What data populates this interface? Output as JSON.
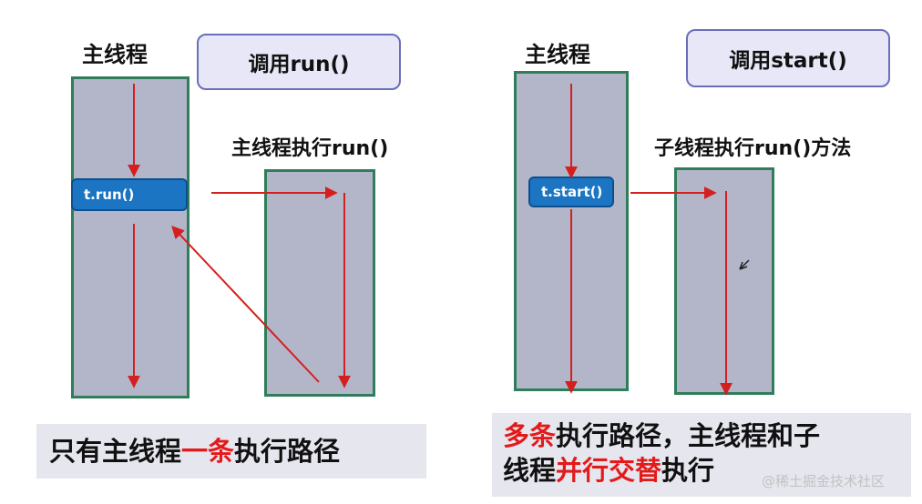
{
  "left": {
    "main_label": "主线程",
    "call_button": "调用run()",
    "exec_label": "主线程执行run()",
    "call_box": "t.run()",
    "summary": {
      "part1": "只有主线程",
      "part2": "一条",
      "part3": "执行路径"
    }
  },
  "right": {
    "main_label": "主线程",
    "call_button": "调用start()",
    "exec_label": "子线程执行run()方法",
    "call_box": "t.start()",
    "summary": {
      "line1_red": "多条",
      "line1_rest": "执行路径，主线程和子",
      "line2_start": "线程",
      "line2_red": "并行交替",
      "line2_end": "执行"
    }
  },
  "watermark": "@稀土掘金技术社区",
  "colors": {
    "arrow": "#d41f1f",
    "highlight": "#e41a1a",
    "column": "#b3b6c9",
    "call_box": "#1b75c2"
  }
}
